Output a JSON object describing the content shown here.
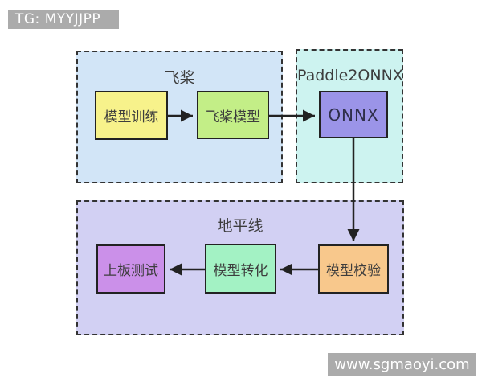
{
  "watermarks": {
    "top": "TG: MYYJJPP",
    "bottom": "www.sgmaoyi.com"
  },
  "groups": {
    "paddle": {
      "title": "飞桨",
      "fill": "#d2e5f7"
    },
    "paddle2onnx": {
      "title": "Paddle2ONNX",
      "fill": "#cdf3f0"
    },
    "horizon": {
      "title": "地平线",
      "fill": "#d2d0f3"
    }
  },
  "nodes": {
    "train": {
      "label": "模型训练",
      "fill": "#f7f28b"
    },
    "paddle_model": {
      "label": "飞桨模型",
      "fill": "#c3ee87"
    },
    "onnx": {
      "label": "ONNX",
      "fill": "#9b94e8"
    },
    "verify": {
      "label": "模型校验",
      "fill": "#f8c88c"
    },
    "convert": {
      "label": "模型转化",
      "fill": "#a3f2c4"
    },
    "board_test": {
      "label": "上板测试",
      "fill": "#cb90e9"
    }
  },
  "edges": [
    {
      "from": "模型训练",
      "to": "飞桨模型"
    },
    {
      "from": "飞桨模型",
      "to": "ONNX"
    },
    {
      "from": "ONNX",
      "to": "模型校验"
    },
    {
      "from": "模型校验",
      "to": "模型转化"
    },
    {
      "from": "模型转化",
      "to": "上板测试"
    }
  ],
  "colors": {
    "node_border": "#222222",
    "dashed_border": "#333333",
    "arrow": "#222222",
    "badge_bg": "#ababab",
    "badge_text": "#ffffff",
    "label_text": "#3d3d3d",
    "page_bg": "#ffffff"
  }
}
